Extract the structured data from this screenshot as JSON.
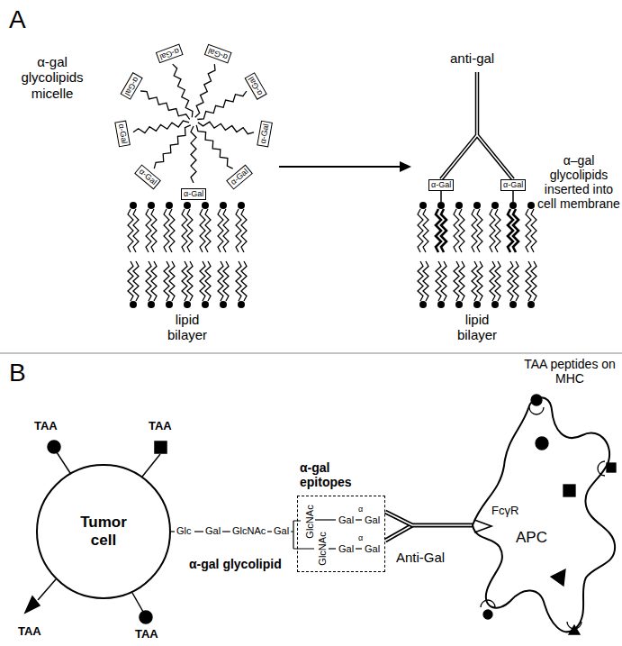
{
  "diagram": {
    "nodes": [
      {
        "text": [
          "α-Gal"
        ]
      },
      {
        "text": [
          "α-Gal"
        ]
      },
      {
        "text": [
          "α-Gal"
        ]
      },
      {
        "text": [
          "α-Gal"
        ]
      },
      {
        "text": [
          "α-Gal"
        ]
      },
      {
        "text": [
          "α-Gal"
        ]
      },
      {
        "text": [
          "α-Gal"
        ]
      },
      {
        "text": [
          "α-Gal"
        ]
      },
      {
        "text": [
          "α-Gal"
        ]
      },
      {
        "text": [
          "α-Gal"
        ]
      },
      {
        "text": [
          "α-Gal"
        ]
      },
      {
        "text": [
          "Tumor cell"
        ]
      },
      {
        "text": [
          "α-gal epitopes",
          "GlcNAc",
          "GlcNAc",
          "Gal",
          "α",
          "Gal",
          "Gal",
          "α",
          "Gal"
        ]
      },
      {
        "text": [
          "APC"
        ]
      }
    ],
    "edges": [
      {
        "from": 12,
        "to": 13,
        "arrow": "none",
        "label": "Anti-Gal"
      }
    ],
    "labels": [
      "A",
      "α-gal glycolipids micelle",
      "lipid bilayer",
      "anti-gal",
      "α–gal glycolipids inserted into cell membrane",
      "lipid bilayer",
      "B",
      "TAA",
      "TAA",
      "TAA",
      "TAA",
      "TAA peptides on MHC",
      "Glc",
      "Gal",
      "GlcNAc",
      "Gal",
      "α-gal glycolipid",
      "FcγR"
    ]
  }
}
